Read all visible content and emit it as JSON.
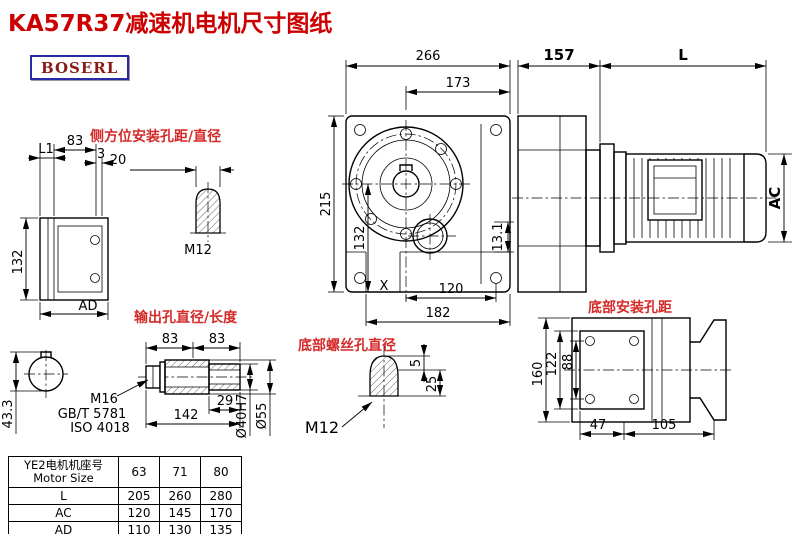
{
  "title": "KA57R37减速机电机尺寸图纸",
  "logo_text": "BOSERL",
  "labels": {
    "side_mount_holes": "侧方位安装孔距/直径",
    "output_hole": "输出孔直径/长度",
    "bottom_screw_hole": "底部螺丝孔直径",
    "bottom_mount_holes": "底部安装孔距"
  },
  "dims": {
    "front_width": "266",
    "front_flange_offset": "173",
    "front_height": "215",
    "front_center_height": "132",
    "front_bottom_span": "120",
    "front_base_width": "182",
    "front_step": "13.1",
    "surface_mark": "X",
    "side_depth": "157",
    "motor_length": "L",
    "motor_diameter": "AC",
    "side_L1": "L1",
    "side_83": "83",
    "side_3": "3",
    "side_plug_width": "20",
    "side_height": "132",
    "side_AD": "AD",
    "side_thread": "M12",
    "out_83a": "83",
    "out_83b": "83",
    "out_thread": "M16",
    "out_std1": "GB/T 5781",
    "out_std2": "ISO 4018",
    "out_29": "29",
    "out_142": "142",
    "out_43_3": "43.3",
    "out_bore": "Ø40H7",
    "out_dia": "Ø55",
    "bot_thread": "M12",
    "bot_5": "5",
    "bot_25": "25",
    "bm_160": "160",
    "bm_122": "122",
    "bm_88": "88",
    "bm_47": "47",
    "bm_105": "105"
  },
  "table": {
    "header_cn": "YE2电机机座号",
    "header_en": "Motor Size",
    "sizes": [
      "63",
      "71",
      "80"
    ],
    "rows": [
      {
        "label": "L",
        "values": [
          "205",
          "260",
          "280"
        ]
      },
      {
        "label": "AC",
        "values": [
          "120",
          "145",
          "170"
        ]
      },
      {
        "label": "AD",
        "values": [
          "110",
          "130",
          "135"
        ]
      }
    ]
  },
  "colors": {
    "title_red": "#cc0000",
    "label_red": "#d42a2a",
    "logo_border_blue": "#2929a3",
    "logo_text_red": "#8b1a1a"
  }
}
